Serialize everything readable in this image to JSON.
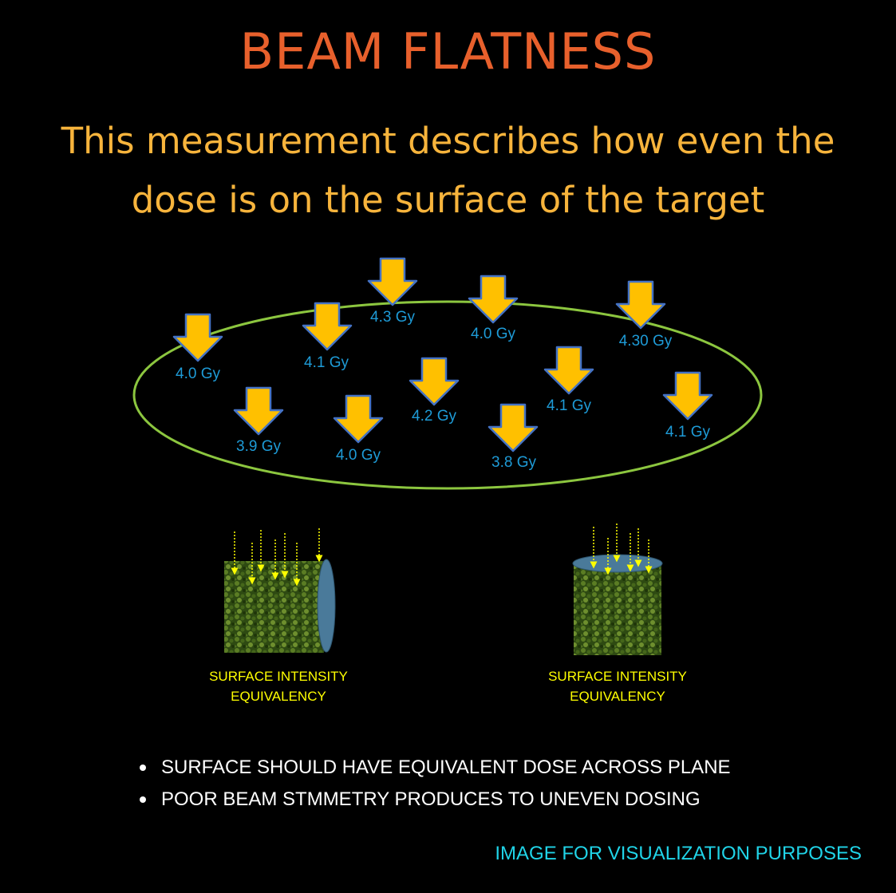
{
  "title": "BEAM FLATNESS",
  "subtitle_line1": "This measurement describes how even the",
  "subtitle_line2": "dose is on the surface of the target",
  "doses": [
    {
      "value": "4.0 Gy"
    },
    {
      "value": "4.1 Gy"
    },
    {
      "value": "4.3 Gy"
    },
    {
      "value": "4.0 Gy"
    },
    {
      "value": "4.30 Gy"
    },
    {
      "value": "3.9 Gy"
    },
    {
      "value": "4.0 Gy"
    },
    {
      "value": "4.2 Gy"
    },
    {
      "value": "3.8 Gy"
    },
    {
      "value": "4.1 Gy"
    },
    {
      "value": "4.1 Gy"
    }
  ],
  "captions": {
    "left_line1": "SURFACE INTENSITY",
    "left_line2": "EQUIVALENCY",
    "right_line1": "SURFACE INTENSITY",
    "right_line2": "EQUIVALENCY"
  },
  "bullets": [
    "SURFACE SHOULD HAVE EQUIVALENT DOSE ACROSS PLANE",
    "POOR BEAM STMMETRY PRODUCES TO UNEVEN DOSING"
  ],
  "footnote": "IMAGE FOR VISUALIZATION PURPOSES",
  "colors": {
    "background": "#000000",
    "title": "#e8602c",
    "subtitle": "#f7b43c",
    "ellipse": "#8cc63f",
    "arrow_fill": "#ffc000",
    "arrow_stroke": "#4472c4",
    "dose_label": "#1e9bd7",
    "caption": "#ffff00",
    "bullet_text": "#ffffff",
    "footnote": "#20d4e8",
    "target_end": "#4a7a9a",
    "foliage": "#3a5a18"
  }
}
